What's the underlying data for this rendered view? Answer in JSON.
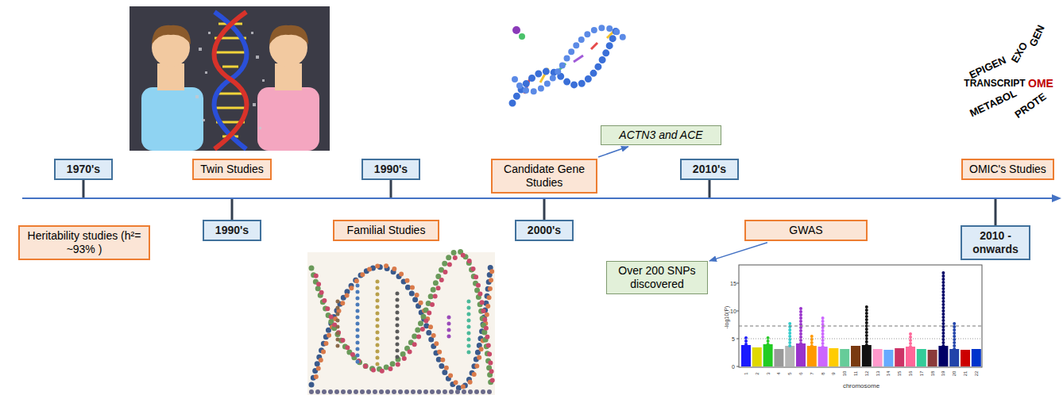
{
  "diagram": {
    "nodes": [
      {
        "text": [
          "1970's"
        ]
      },
      {
        "text": [
          "Twin Studies"
        ]
      },
      {
        "text": [
          "1990's"
        ]
      },
      {
        "text": [
          "Candidate Gene Studies"
        ]
      },
      {
        "text": [
          "ACTN3 and ACE"
        ]
      },
      {
        "text": [
          "2010's"
        ]
      },
      {
        "text": [
          "OMIC's Studies"
        ]
      },
      {
        "text": [
          "Heritability studies (h²= ~93% )"
        ]
      },
      {
        "text": [
          "1990's"
        ]
      },
      {
        "text": [
          "Familial Studies"
        ]
      },
      {
        "text": [
          "2000's"
        ]
      },
      {
        "text": [
          "GWAS"
        ]
      },
      {
        "text": [
          "2010 - onwards"
        ]
      },
      {
        "text": [
          "Over 200 SNPs discovered"
        ]
      }
    ],
    "edges": [
      {
        "from": 3,
        "to": 4,
        "arrow": "to"
      },
      {
        "from": 11,
        "to": 13,
        "arrow": "to"
      }
    ],
    "labels": [
      "GEN",
      "EXO",
      "EPIGEN",
      "TRANSCRIPT",
      "OME",
      "METABOL",
      "PROTE",
      "15",
      "10",
      "5",
      "0",
      "-log10(P)",
      "1",
      "2",
      "3",
      "4",
      "5",
      "6",
      "7",
      "8",
      "9",
      "10",
      "11",
      "12",
      "13",
      "14",
      "15",
      "16",
      "17",
      "18",
      "19",
      "20",
      "21",
      "22",
      "chromosome"
    ]
  }
}
